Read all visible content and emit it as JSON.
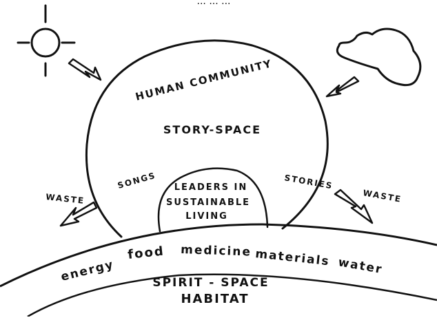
{
  "diagram": {
    "top_cut_text": "... ... ...",
    "community": {
      "title": "HUMAN COMMUNITY",
      "story_space": "STORY-SPACE",
      "songs": "SONGS",
      "stories": "STORIES"
    },
    "leaders": {
      "line1": "LEADERS IN",
      "line2": "SUSTAINABLE",
      "line3": "LIVING"
    },
    "waste_left": "WASTE",
    "waste_right": "WASTE",
    "resources": {
      "energy": "energy",
      "food": "food",
      "medicine": "medicine",
      "materials": "materials",
      "water": "water"
    },
    "spirit_space": "SPIRIT - SPACE",
    "habitat": "HABITAT",
    "icons": [
      "sun-icon",
      "cloud-icon",
      "arrow-icon"
    ],
    "colors": {
      "ink": "#111111",
      "background": "#ffffff"
    }
  }
}
